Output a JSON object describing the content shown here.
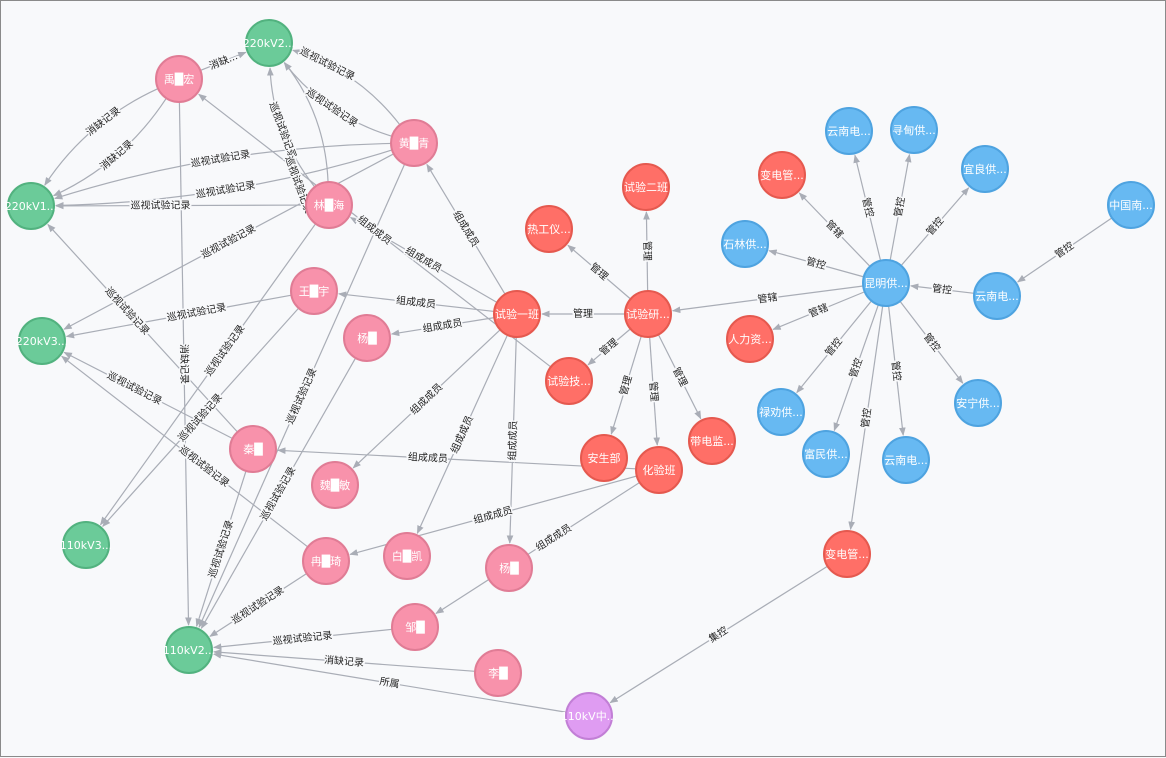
{
  "colors": {
    "person": "#f892ab",
    "person_stroke": "#e07c95",
    "substation": "#6bcb99",
    "substation_stroke": "#52b27f",
    "org": "#ff6f67",
    "org_stroke": "#e5594f",
    "company": "#67b9f2",
    "company_stroke": "#4ea3e0",
    "line": "#df9cf2",
    "line_stroke": "#c27fd6",
    "edge": "#a9adb6"
  },
  "nodes": [
    {
      "id": "s220_2",
      "label": "220kV2...",
      "type": "substation"
    },
    {
      "id": "s220_1",
      "label": "220kV1...",
      "type": "substation"
    },
    {
      "id": "s220_3",
      "label": "220kV3...",
      "type": "substation"
    },
    {
      "id": "s110_3",
      "label": "110kV3...",
      "type": "substation"
    },
    {
      "id": "s110_2",
      "label": "110kV2...",
      "type": "substation"
    },
    {
      "id": "p_yu",
      "label": "禹█宏",
      "type": "person"
    },
    {
      "id": "p_huang",
      "label": "黄█青",
      "type": "person"
    },
    {
      "id": "p_lin",
      "label": "林█海",
      "type": "person"
    },
    {
      "id": "p_wang",
      "label": "王█宇",
      "type": "person"
    },
    {
      "id": "p_yang1",
      "label": "杨█",
      "type": "person"
    },
    {
      "id": "p_qin",
      "label": "秦█",
      "type": "person"
    },
    {
      "id": "p_wei",
      "label": "魏█敏",
      "type": "person"
    },
    {
      "id": "p_ran",
      "label": "冉█琦",
      "type": "person"
    },
    {
      "id": "p_bai",
      "label": "白█凯",
      "type": "person"
    },
    {
      "id": "p_yang2",
      "label": "杨█",
      "type": "person"
    },
    {
      "id": "p_zou",
      "label": "邹█",
      "type": "person"
    },
    {
      "id": "p_li",
      "label": "李█",
      "type": "person"
    },
    {
      "id": "l_110z",
      "label": "110kV中...",
      "type": "line"
    },
    {
      "id": "o_sy1",
      "label": "试验一班",
      "type": "org"
    },
    {
      "id": "o_rg",
      "label": "热工仪...",
      "type": "org"
    },
    {
      "id": "o_sy2",
      "label": "试验二班",
      "type": "org"
    },
    {
      "id": "o_syy",
      "label": "试验研...",
      "type": "org"
    },
    {
      "id": "o_syj",
      "label": "试验技...",
      "type": "org"
    },
    {
      "id": "o_asb",
      "label": "安生部",
      "type": "org"
    },
    {
      "id": "o_hyb",
      "label": "化验班",
      "type": "org"
    },
    {
      "id": "o_ddj",
      "label": "带电监...",
      "type": "org"
    },
    {
      "id": "o_bdg2",
      "label": "变电管...",
      "type": "org"
    },
    {
      "id": "o_bdg1",
      "label": "变电管...",
      "type": "org"
    },
    {
      "id": "o_rl",
      "label": "人力资...",
      "type": "org"
    },
    {
      "id": "c_sl",
      "label": "石林供...",
      "type": "company"
    },
    {
      "id": "c_yn1",
      "label": "云南电...",
      "type": "company"
    },
    {
      "id": "c_xd",
      "label": "寻甸供...",
      "type": "company"
    },
    {
      "id": "c_yl",
      "label": "宜良供...",
      "type": "company"
    },
    {
      "id": "c_zg",
      "label": "中国南...",
      "type": "company"
    },
    {
      "id": "c_yn2",
      "label": "云南电...",
      "type": "company"
    },
    {
      "id": "c_km",
      "label": "昆明供...",
      "type": "company"
    },
    {
      "id": "c_an",
      "label": "安宁供...",
      "type": "company"
    },
    {
      "id": "c_lq",
      "label": "禄劝供...",
      "type": "company"
    },
    {
      "id": "c_fm",
      "label": "富民供...",
      "type": "company"
    },
    {
      "id": "c_yn3",
      "label": "云南电...",
      "type": "company"
    }
  ],
  "edges": [
    {
      "from": "p_yu",
      "to": "s220_2",
      "label": "消缺..."
    },
    {
      "from": "p_yu",
      "to": "s220_1",
      "label": "消缺记录"
    },
    {
      "from": "p_yu",
      "to": "s220_1",
      "label": "消缺记录"
    },
    {
      "from": "p_yu",
      "to": "s110_2",
      "label": "消缺记录"
    },
    {
      "from": "p_huang",
      "to": "s220_2",
      "label": "巡视试验记录"
    },
    {
      "from": "p_huang",
      "to": "s220_2",
      "label": "巡视试验记录"
    },
    {
      "from": "p_huang",
      "to": "s220_1",
      "label": "巡视试验记录"
    },
    {
      "from": "p_huang",
      "to": "s220_1",
      "label": "巡视试验记录"
    },
    {
      "from": "p_huang",
      "to": "s220_3",
      "label": "巡视试验记录"
    },
    {
      "from": "p_huang",
      "to": "s110_2",
      "label": "巡视试验记录"
    },
    {
      "from": "p_lin",
      "to": "s220_2",
      "label": "巡视试验记录"
    },
    {
      "from": "p_lin",
      "to": "s220_2",
      "label": "巡视试验记录"
    },
    {
      "from": "p_lin",
      "to": "s220_1",
      "label": "巡视试验记录"
    },
    {
      "from": "p_lin",
      "to": "s110_3",
      "label": "巡视试验记录"
    },
    {
      "from": "p_wang",
      "to": "s220_3",
      "label": "巡视试验记录"
    },
    {
      "from": "p_wang",
      "to": "s110_3",
      "label": "巡视试验记录"
    },
    {
      "from": "p_yang1",
      "to": "s110_2",
      "label": "巡视试验记录"
    },
    {
      "from": "p_qin",
      "to": "s220_1",
      "label": "巡视试验记录"
    },
    {
      "from": "p_qin",
      "to": "s220_3",
      "label": "巡视试验记录"
    },
    {
      "from": "p_qin",
      "to": "s110_2",
      "label": "巡视试验记录"
    },
    {
      "from": "p_ran",
      "to": "s220_3",
      "label": "巡视试验记录"
    },
    {
      "from": "p_ran",
      "to": "s110_2",
      "label": "巡视试验记录"
    },
    {
      "from": "p_zou",
      "to": "s110_2",
      "label": "巡视试验记录"
    },
    {
      "from": "p_li",
      "to": "s110_2",
      "label": "消缺记录"
    },
    {
      "from": "l_110z",
      "to": "s110_2",
      "label": "所属"
    },
    {
      "from": "o_bdg2",
      "to": "l_110z",
      "label": "集控"
    },
    {
      "from": "o_sy1",
      "to": "p_huang",
      "label": "组成成员"
    },
    {
      "from": "o_sy1",
      "to": "p_lin",
      "label": "组成成员"
    },
    {
      "from": "o_sy1",
      "to": "p_wang",
      "label": "组成成员"
    },
    {
      "from": "o_sy1",
      "to": "p_yang1",
      "label": "组成成员"
    },
    {
      "from": "o_sy1",
      "to": "p_wei",
      "label": "组成成员"
    },
    {
      "from": "o_sy1",
      "to": "p_bai",
      "label": "组成成员"
    },
    {
      "from": "o_sy1",
      "to": "p_yang2",
      "label": "组成成员"
    },
    {
      "from": "o_syj",
      "to": "p_yu",
      "label": "组成成员"
    },
    {
      "from": "o_hyb",
      "to": "p_qin",
      "label": "组成成员"
    },
    {
      "from": "o_hyb",
      "to": "p_ran",
      "label": "组成成员"
    },
    {
      "from": "o_hyb",
      "to": "p_zou",
      "label": "组成成员"
    },
    {
      "from": "o_syy",
      "to": "o_sy1",
      "label": "管理"
    },
    {
      "from": "o_syy",
      "to": "o_rg",
      "label": "管理"
    },
    {
      "from": "o_syy",
      "to": "o_sy2",
      "label": "管理"
    },
    {
      "from": "o_syy",
      "to": "o_syj",
      "label": "管理"
    },
    {
      "from": "o_syy",
      "to": "o_asb",
      "label": "管理"
    },
    {
      "from": "o_syy",
      "to": "o_hyb",
      "label": "管理"
    },
    {
      "from": "o_syy",
      "to": "o_ddj",
      "label": "管理"
    },
    {
      "from": "c_km",
      "to": "o_syy",
      "label": "管辖"
    },
    {
      "from": "c_km",
      "to": "o_rl",
      "label": "管辖"
    },
    {
      "from": "c_km",
      "to": "o_bdg1",
      "label": "管辖"
    },
    {
      "from": "c_km",
      "to": "c_sl",
      "label": "管控"
    },
    {
      "from": "c_km",
      "to": "c_yn1",
      "label": "管控"
    },
    {
      "from": "c_km",
      "to": "c_xd",
      "label": "管控"
    },
    {
      "from": "c_km",
      "to": "c_yl",
      "label": "管控"
    },
    {
      "from": "c_km",
      "to": "c_lq",
      "label": "管控"
    },
    {
      "from": "c_km",
      "to": "c_fm",
      "label": "管控"
    },
    {
      "from": "c_km",
      "to": "c_yn3",
      "label": "管控"
    },
    {
      "from": "c_km",
      "to": "c_an",
      "label": "管控"
    },
    {
      "from": "c_km",
      "to": "o_bdg2",
      "label": "管控"
    },
    {
      "from": "c_yn2",
      "to": "c_km",
      "label": "管控"
    },
    {
      "from": "c_zg",
      "to": "c_yn2",
      "label": "管控"
    }
  ]
}
